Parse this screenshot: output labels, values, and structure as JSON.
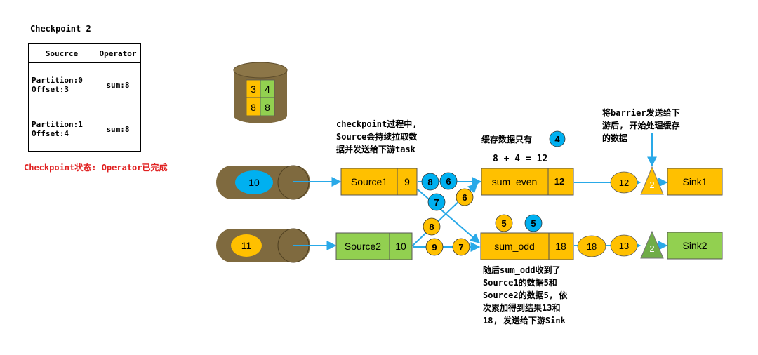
{
  "checkpoint_title": "Checkpoint 2",
  "table": {
    "headers": [
      "Soucrce",
      "Operator"
    ],
    "rows": [
      {
        "source_line1": "Partition:0",
        "source_line2": "Offset:3",
        "operator": "sum:8"
      },
      {
        "source_line1": "Partition:1",
        "source_line2": "Offset:4",
        "operator": "sum:8"
      }
    ]
  },
  "status_text": "Checkpoint状态: Operator已完成",
  "storage": {
    "cells": [
      "3",
      "4",
      "8",
      "8"
    ]
  },
  "queues": {
    "top_value": "10",
    "bottom_value": "11"
  },
  "sources": {
    "source1": {
      "label": "Source1",
      "value": "9"
    },
    "source2": {
      "label": "Source2",
      "value": "10"
    }
  },
  "operators": {
    "sum_even": {
      "label": "sum_even",
      "value": "12"
    },
    "sum_odd": {
      "label": "sum_odd",
      "value": "18"
    }
  },
  "sinks": {
    "sink1": "Sink1",
    "sink2": "Sink2"
  },
  "barriers": {
    "top": "2",
    "bottom": "2"
  },
  "records": {
    "r8a": "8",
    "r6a": "6",
    "r7a": "7",
    "r6b": "6",
    "r8b": "8",
    "r9": "9",
    "r7b": "7",
    "cache4": "4",
    "r5a": "5",
    "r5b": "5",
    "out12": "12",
    "out18": "18",
    "out13": "13"
  },
  "notes": {
    "source_note": [
      "checkpoint过程中,",
      "Source会持续拉取数",
      "据并发送给下游task"
    ],
    "cache_note": "缓存数据只有",
    "equation": "8 + 4 = 12",
    "barrier_note": [
      "将barrier发送给下",
      "游后, 开始处理缓存",
      "的数据"
    ],
    "odd_note": [
      "随后sum_odd收到了",
      "Source1的数据5和",
      "Source2的数据5, 依",
      "次累加得到结果13和",
      "18, 发送给下游Sink"
    ]
  },
  "colors": {
    "orange": "#ffc000",
    "green": "#92d050",
    "blue": "#00b0f0",
    "brown": "#7f6a3f",
    "arrow": "#29a9e8",
    "red": "#e02020"
  }
}
